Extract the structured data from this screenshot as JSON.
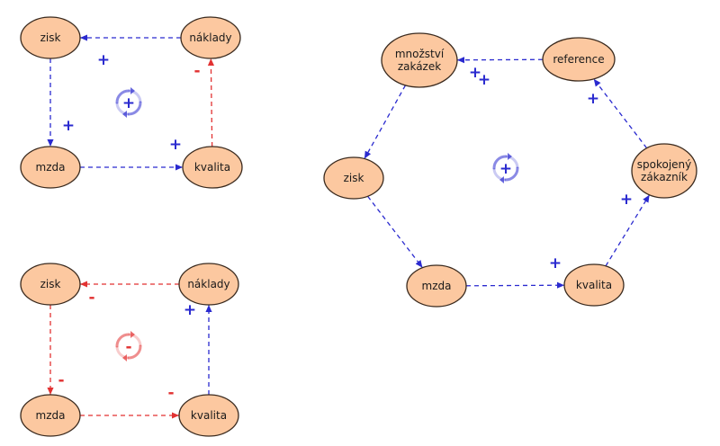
{
  "colors": {
    "positive": "#2a2acf",
    "negative": "#e23232",
    "node_fill": "#fcc8a0",
    "node_stroke": "#3a2a1e"
  },
  "diagrams": [
    {
      "id": "loop-a",
      "loop_polarity": "+",
      "nodes": [
        {
          "id": "zisk",
          "label": "zisk"
        },
        {
          "id": "naklady",
          "label": "náklady"
        },
        {
          "id": "mzda",
          "label": "mzda"
        },
        {
          "id": "kvalita",
          "label": "kvalita"
        }
      ],
      "edges": [
        {
          "from": "naklady",
          "to": "zisk",
          "polarity": "+",
          "color": "positive"
        },
        {
          "from": "zisk",
          "to": "mzda",
          "polarity": "+",
          "color": "positive"
        },
        {
          "from": "mzda",
          "to": "kvalita",
          "polarity": "+",
          "color": "positive"
        },
        {
          "from": "kvalita",
          "to": "naklady",
          "polarity": "-",
          "color": "negative"
        }
      ]
    },
    {
      "id": "loop-b",
      "loop_polarity": "-",
      "nodes": [
        {
          "id": "zisk",
          "label": "zisk"
        },
        {
          "id": "naklady",
          "label": "náklady"
        },
        {
          "id": "mzda",
          "label": "mzda"
        },
        {
          "id": "kvalita",
          "label": "kvalita"
        }
      ],
      "edges": [
        {
          "from": "naklady",
          "to": "zisk",
          "polarity": "-",
          "color": "negative"
        },
        {
          "from": "zisk",
          "to": "mzda",
          "polarity": "-",
          "color": "negative"
        },
        {
          "from": "mzda",
          "to": "kvalita",
          "polarity": "-",
          "color": "negative"
        },
        {
          "from": "kvalita",
          "to": "naklady",
          "polarity": "+",
          "color": "positive"
        }
      ]
    },
    {
      "id": "loop-c",
      "loop_polarity": "+",
      "nodes": [
        {
          "id": "mnozstvi",
          "label": "množství\nzakázek"
        },
        {
          "id": "reference",
          "label": "reference"
        },
        {
          "id": "zisk",
          "label": "zisk"
        },
        {
          "id": "spokojeny",
          "label": "spokojený\nzákazník"
        },
        {
          "id": "mzda",
          "label": "mzda"
        },
        {
          "id": "kvalita",
          "label": "kvalita"
        }
      ],
      "edges": [
        {
          "from": "reference",
          "to": "mnozstvi",
          "polarity": "+",
          "color": "positive"
        },
        {
          "from": "mnozstvi",
          "to": "zisk",
          "polarity": "",
          "color": "positive"
        },
        {
          "from": "zisk",
          "to": "mzda",
          "polarity": "",
          "color": "positive"
        },
        {
          "from": "mzda",
          "to": "kvalita",
          "polarity": "+",
          "color": "positive"
        },
        {
          "from": "kvalita",
          "to": "spokojeny",
          "polarity": "+",
          "color": "positive"
        },
        {
          "from": "spokojeny",
          "to": "reference",
          "polarity": "+",
          "color": "positive"
        }
      ]
    }
  ]
}
